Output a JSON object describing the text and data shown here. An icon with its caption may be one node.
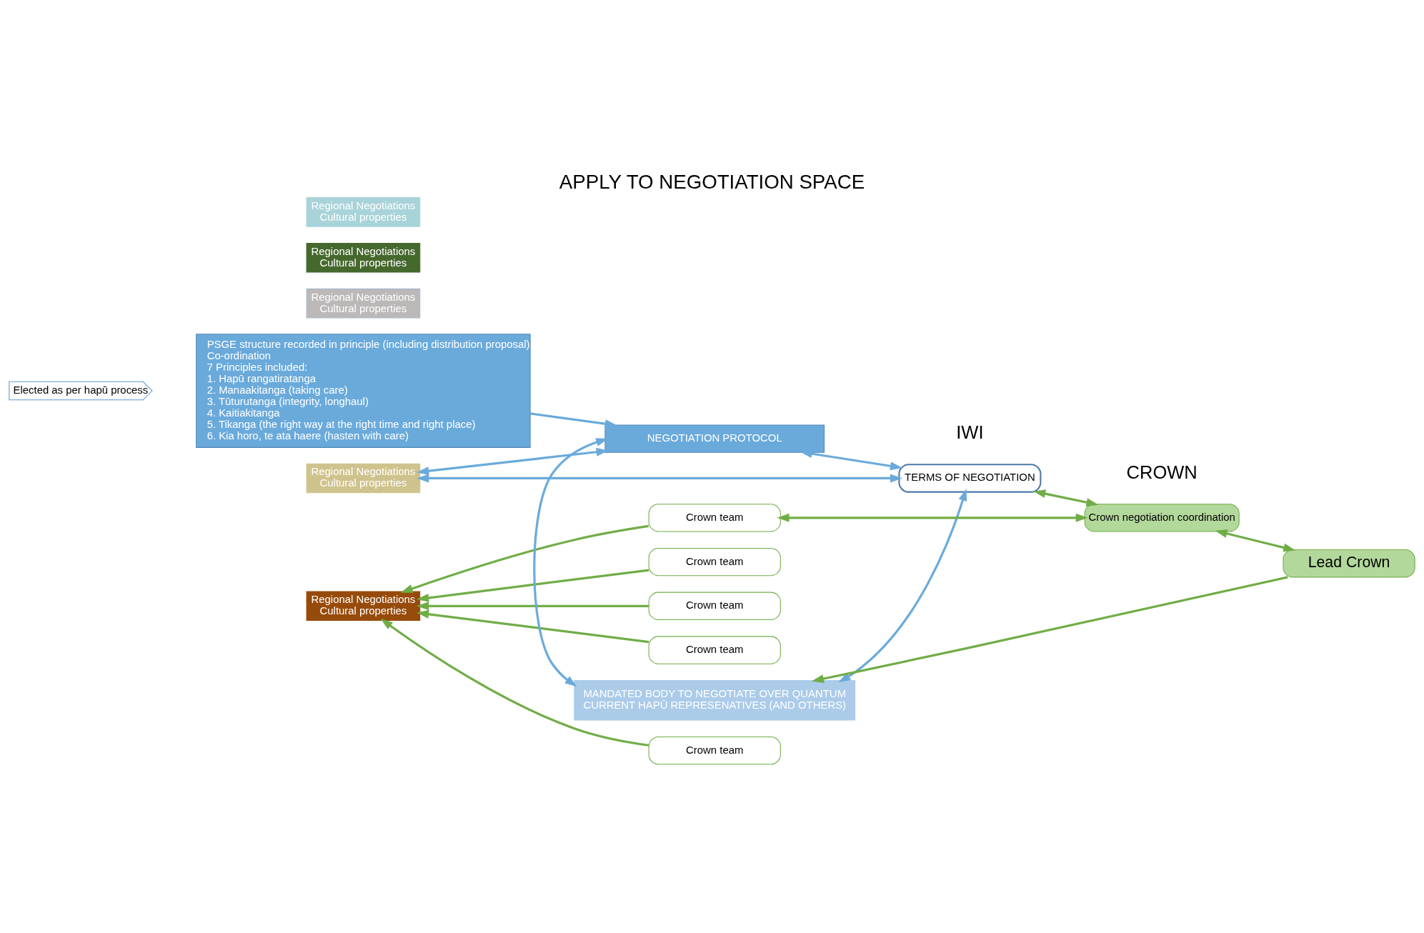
{
  "diagram": {
    "title": "APPLY TO NEGOTIATION SPACE",
    "nodes": [
      {
        "text": [
          "Elected as per hapū process"
        ]
      },
      {
        "text": [
          "Regional Negotiations",
          "Cultural properties"
        ]
      },
      {
        "text": [
          "Regional Negotiations",
          "Cultural properties"
        ]
      },
      {
        "text": [
          "Regional Negotiations",
          "Cultural properties"
        ]
      },
      {
        "text": [
          "Regional Negotiations",
          "Cultural properties"
        ]
      },
      {
        "text": [
          "Regional Negotiations",
          "Cultural properties"
        ]
      },
      {
        "text": [
          "PSGE structure recorded in principle (including distribution proposal)",
          "Co-ordination",
          "7 Principles included:",
          "1. Hapū rangatiratanga",
          "2. Manaakitanga (taking care)",
          "3. Tūturutanga (integrity, longhaul)",
          "4. Kaitiakitanga",
          "5. Tikanga (the right way at the right time and right place)",
          "6. Kia horo, te ata haere (hasten with care)"
        ]
      },
      {
        "text": [
          "NEGOTIATION PROTOCOL"
        ]
      },
      {
        "text": [
          "MANDATED BODY TO NEGOTIATE OVER QUANTUM",
          "CURRENT HAPŪ REPRESENATIVES (AND OTHERS)"
        ]
      },
      {
        "text": [
          "TERMS OF NEGOTIATION"
        ]
      },
      {
        "text": [
          "Crown team"
        ]
      },
      {
        "text": [
          "Crown team"
        ]
      },
      {
        "text": [
          "Crown team"
        ]
      },
      {
        "text": [
          "Crown team"
        ]
      },
      {
        "text": [
          "Crown team"
        ]
      },
      {
        "text": [
          "Crown negotiation coordination"
        ]
      },
      {
        "text": [
          "Lead Crown"
        ]
      }
    ],
    "edges": [
      {
        "from": 6,
        "to": 7,
        "arrow": "to",
        "color": "#6aaadb"
      },
      {
        "from": 4,
        "to": 7,
        "arrow": "both",
        "color": "#6aaadb"
      },
      {
        "from": 4,
        "to": 9,
        "arrow": "both",
        "color": "#6aaadb"
      },
      {
        "from": 7,
        "to": 9,
        "arrow": "both",
        "color": "#6aaadb"
      },
      {
        "from": 7,
        "to": 8,
        "arrow": "both",
        "color": "#6aaadb"
      },
      {
        "from": 9,
        "to": 8,
        "arrow": "both",
        "color": "#6aaadb"
      },
      {
        "from": 10,
        "to": 5,
        "arrow": "to"
      },
      {
        "from": 11,
        "to": 5,
        "arrow": "to"
      },
      {
        "from": 12,
        "to": 5,
        "arrow": "to"
      },
      {
        "from": 13,
        "to": 5,
        "arrow": "to"
      },
      {
        "from": 14,
        "to": 5,
        "arrow": "to"
      },
      {
        "from": 14,
        "to": 15,
        "arrow": "both"
      },
      {
        "from": 9,
        "to": 15,
        "arrow": "both"
      },
      {
        "from": 15,
        "to": 16,
        "arrow": "both"
      },
      {
        "from": 16,
        "to": 8,
        "arrow": "to"
      }
    ],
    "labels": [
      "IWI",
      "CROWN"
    ]
  }
}
